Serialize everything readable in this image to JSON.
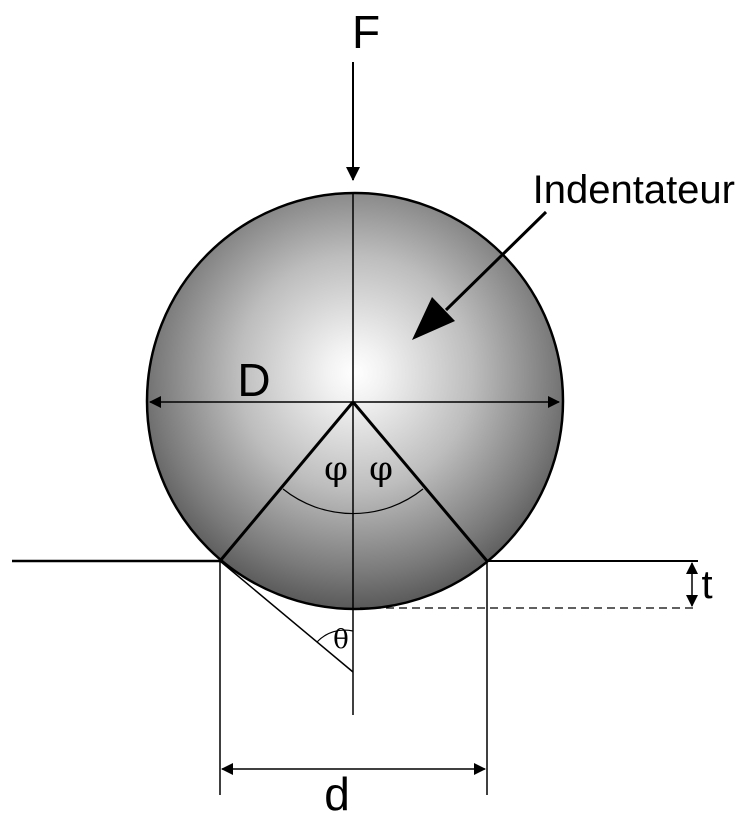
{
  "labels": {
    "force": "F",
    "indenter": "Indentateur",
    "diameter": "D",
    "phi_left": "φ",
    "phi_right": "φ",
    "theta": "θ",
    "depth": "t",
    "chord": "d"
  },
  "colors": {
    "stroke": "#000000",
    "sphere_highlight": "#ffffff",
    "sphere_mid": "#b3b3b3",
    "sphere_edge": "#555555",
    "background": "#ffffff"
  }
}
